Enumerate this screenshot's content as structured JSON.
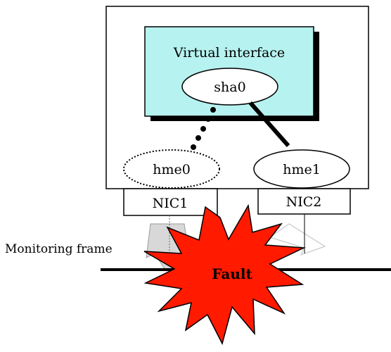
{
  "diagram": {
    "virtual_interface_label": "Virtual interface",
    "sha0_label": "sha0",
    "hme0_label": "hme0",
    "hme1_label": "hme1",
    "nic1_label": "NIC1",
    "nic2_label": "NIC2",
    "monitoring_frame_label": "Monitoring frame",
    "fault_label": "Fault"
  },
  "colors": {
    "virtual_interface_fill": "#b6f2ef",
    "fault_fill": "#ff1a00",
    "frame_arrow_fill": "#d8d8d8",
    "frame_arrow_outline_light": "#c8c8c8"
  },
  "links": [
    {
      "from": "sha0",
      "to": "hme0",
      "style": "dotted"
    },
    {
      "from": "sha0",
      "to": "hme1",
      "style": "solid"
    }
  ]
}
